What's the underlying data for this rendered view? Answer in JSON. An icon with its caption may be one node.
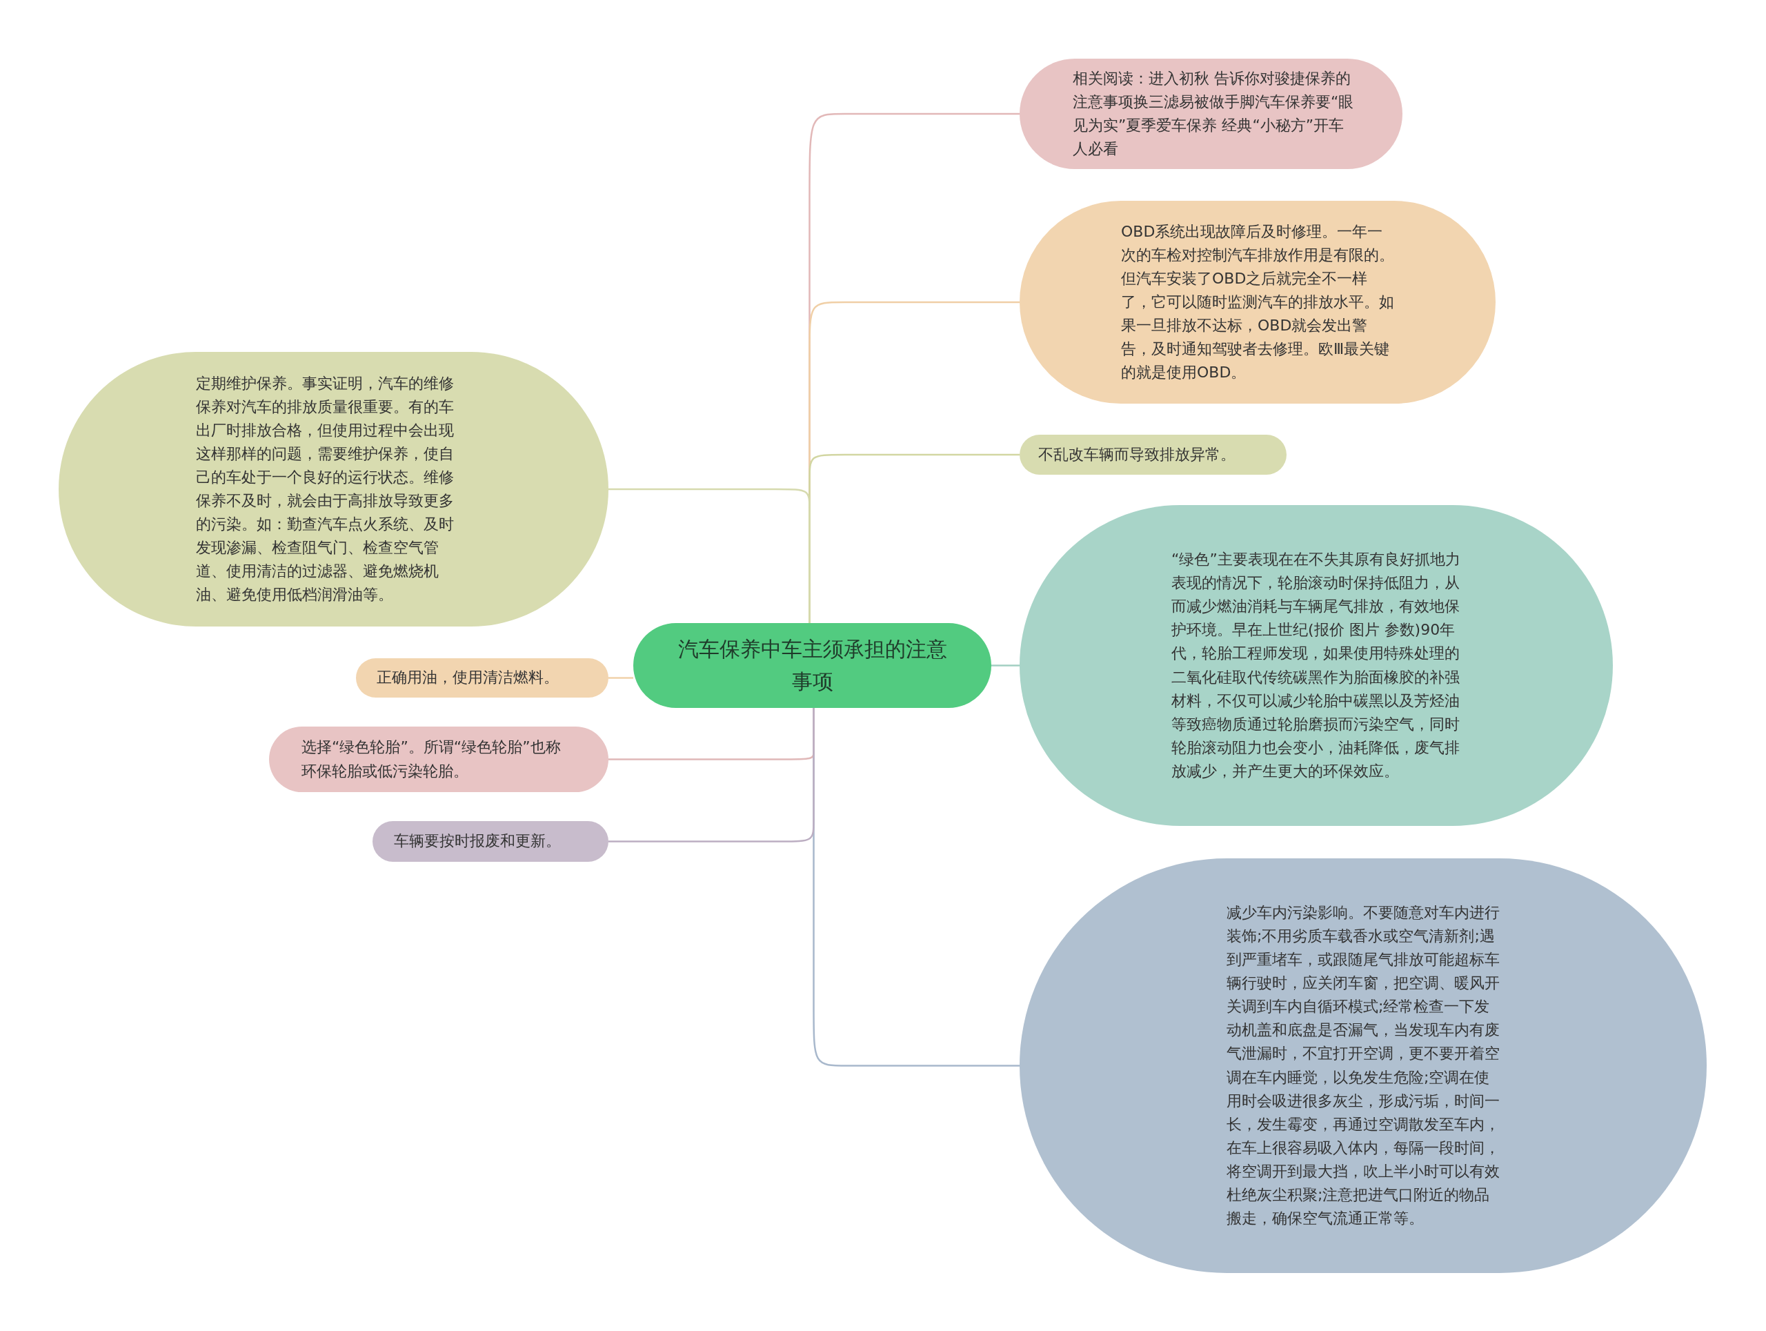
{
  "diagram": {
    "nodes": [
      {
        "text": [
          "汽车保养中车主须承担的注意事项"
        ]
      },
      {
        "text": [
          "相关阅读：进入初秋 告诉你对骏捷保养的注意事项换三滤易被做手脚汽车保养要“眼见为实”夏季爱车保养 经典“小秘方”开车人必看"
        ]
      },
      {
        "text": [
          "OBD系统出现故障后及时修理。一年一次的车检对控制汽车排放作用是有限的。但汽车安装了OBD之后就完全不一样了，它可以随时监测汽车的排放水平。如果一旦排放不达标，OBD就会发出警告，及时通知驾驶者去修理。欧Ⅲ最关键的就是使用OBD。"
        ]
      },
      {
        "text": [
          "不乱改车辆而导致排放异常。"
        ]
      },
      {
        "text": [
          "“绿色”主要表现在在不失其原有良好抓地力表现的情况下，轮胎滚动时保持低阻力，从而减少燃油消耗与车辆尾气排放，有效地保护环境。早在上世纪(报价 图片 参数)90年代，轮胎工程师发现，如果使用特殊处理的二氧化硅取代传统碳黑作为胎面橡胶的补强材料，不仅可以减少轮胎中碳黑以及芳烃油等致癌物质通过轮胎磨损而污染空气，同时轮胎滚动阻力也会变小，油耗降低，废气排放减少，并产生更大的环保效应。"
        ]
      },
      {
        "text": [
          "减少车内污染影响。不要随意对车内进行装饰;不用劣质车载香水或空气清新剂;遇到严重堵车，或跟随尾气排放可能超标车辆行驶时，应关闭车窗，把空调、暖风开关调到车内自循环模式;经常检查一下发动机盖和底盘是否漏气，当发现车内有废气泄漏时，不宜打开空调，更不要开着空调在车内睡觉，以免发生危险;空调在使用时会吸进很多灰尘，形成污垢，时间一长，发生霉变，再通过空调散发至车内，在车上很容易吸入体内，每隔一段时间，将空调开到最大挡，吹上半小时可以有效杜绝灰尘积聚;注意把进气口附近的物品搬走，确保空气流通正常等。"
        ]
      },
      {
        "text": [
          "定期维护保养。事实证明，汽车的维修保养对汽车的排放质量很重要。有的车出厂时排放合格，但使用过程中会出现这样那样的问题，需要维护保养，使自己的车处于一个良好的运行状态。维修保养不及时，就会由于高排放导致更多的污染。如：勤查汽车点火系统、及时发现渗漏、检查阻气门、检查空气管道、使用清洁的过滤器、避免燃烧机油、避免使用低档润滑油等。"
        ]
      },
      {
        "text": [
          "正确用油，使用清洁燃料。"
        ]
      },
      {
        "text": [
          "选择“绿色轮胎”。所谓“绿色轮胎”也称环保轮胎或低污染轮胎。"
        ]
      },
      {
        "text": [
          "车辆要按时报废和更新。"
        ]
      }
    ],
    "edges": [
      {
        "from": 0,
        "to": 1,
        "arrow": "none",
        "color": "#e2b8b8"
      },
      {
        "from": 0,
        "to": 2,
        "arrow": "none",
        "color": "#f0cfa6"
      },
      {
        "from": 0,
        "to": 3,
        "arrow": "none",
        "color": "#d2d6a2"
      },
      {
        "from": 0,
        "to": 4,
        "arrow": "none",
        "color": "#a2cfc2"
      },
      {
        "from": 0,
        "to": 5,
        "arrow": "none",
        "color": "#a8b8cc"
      },
      {
        "from": 0,
        "to": 6,
        "arrow": "none",
        "color": "#d6daae"
      },
      {
        "from": 0,
        "to": 7,
        "arrow": "none",
        "color": "#f0d2aa"
      },
      {
        "from": 0,
        "to": 8,
        "arrow": "none",
        "color": "#e0b8b8"
      },
      {
        "from": 0,
        "to": 9,
        "arrow": "none",
        "color": "#bcaec2"
      }
    ]
  }
}
